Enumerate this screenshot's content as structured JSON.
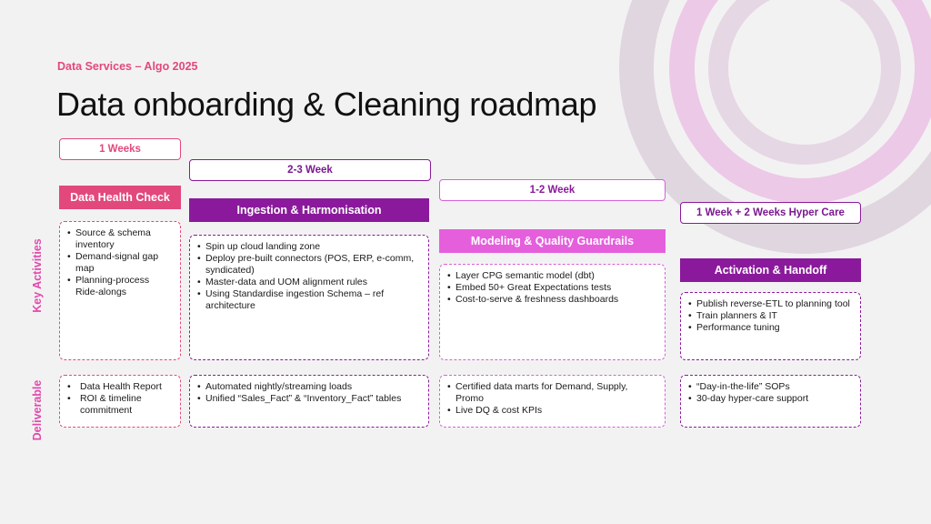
{
  "header": {
    "eyebrow": "Data Services – Algo 2025",
    "title": "Data onboarding & Cleaning roadmap"
  },
  "row_labels": {
    "activities": "Key Activities",
    "deliverable": "Deliverable"
  },
  "colors": {
    "pink": "#e2487b",
    "purple": "#8a1a9b",
    "magenta": "#e55fdc",
    "accent_label": "#e04aab"
  },
  "phases": [
    {
      "duration": "1 Weeks",
      "name": "Data Health Check",
      "activities": [
        "Source & schema inventory",
        "Demand-signal gap map",
        "Planning-process Ride-alongs"
      ],
      "deliverables": [
        "Data Health Report",
        "ROI & timeline commitment"
      ]
    },
    {
      "duration": "2-3 Week",
      "name": "Ingestion & Harmonisation",
      "activities": [
        "Spin up cloud landing zone",
        "Deploy pre-built connectors (POS, ERP, e-comm, syndicated)",
        "Master-data and UOM alignment rules",
        "Using Standardise ingestion Schema – ref architecture"
      ],
      "deliverables": [
        "Automated nightly/streaming loads",
        "Unified “Sales_Fact” & “Inventory_Fact” tables"
      ]
    },
    {
      "duration": "1-2 Week",
      "name": "Modeling & Quality Guardrails",
      "activities": [
        "Layer CPG semantic model (dbt)",
        "Embed 50+ Great Expectations tests",
        "Cost-to-serve & freshness dashboards"
      ],
      "deliverables": [
        "Certified data marts for Demand, Supply, Promo",
        "Live DQ & cost KPIs"
      ]
    },
    {
      "duration": "1 Week + 2 Weeks Hyper Care",
      "name": "Activation & Handoff",
      "activities": [
        "Publish reverse-ETL to planning tool",
        "Train planners & IT",
        "Performance tuning"
      ],
      "deliverables": [
        "“Day-in-the-life” SOPs",
        "30-day hyper-care support"
      ]
    }
  ]
}
